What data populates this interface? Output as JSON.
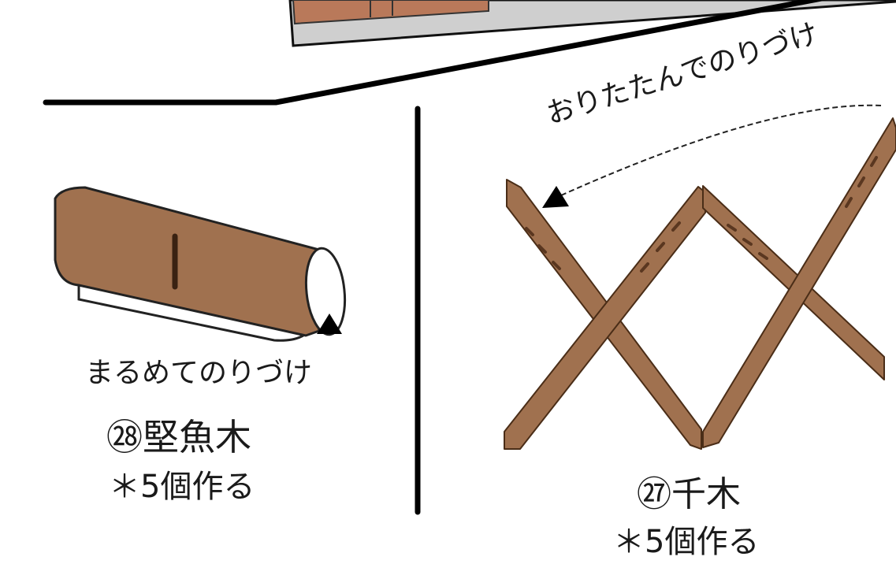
{
  "colors": {
    "wood": "#a0714f",
    "wood_dark": "#6b4226",
    "roof_gray": "#d8d8d8",
    "line": "#000000",
    "paper": "#ffffff"
  },
  "labels": {
    "fold_instruction": "おりたたんでのりづけ",
    "roll_instruction": "まるめてのりづけ"
  },
  "parts": [
    {
      "title": "㉘堅魚木",
      "count": "＊5個作る"
    },
    {
      "title": "㉗千木",
      "count": "＊5個作る"
    }
  ]
}
